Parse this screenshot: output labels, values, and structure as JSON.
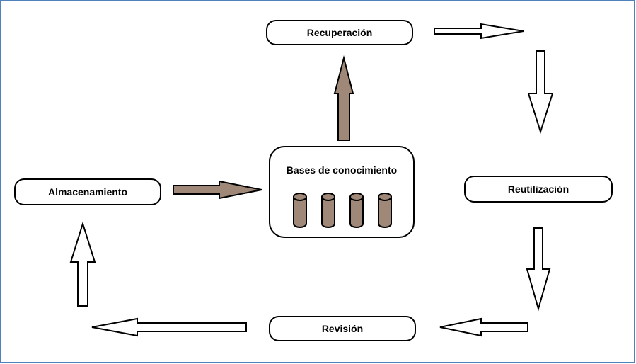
{
  "diagram": {
    "nodes": {
      "recuperacion": "Recuperación",
      "reutilizacion": "Reutilización",
      "revision": "Revisión",
      "almacenamiento": "Almacenamiento",
      "bases": "Bases de conocimiento"
    },
    "colors": {
      "frame": "#4f81bd",
      "solid_arrow_fill": "#a08878",
      "cylinder_fill": "#a08878",
      "outline": "#000000"
    },
    "database_count": 4
  }
}
